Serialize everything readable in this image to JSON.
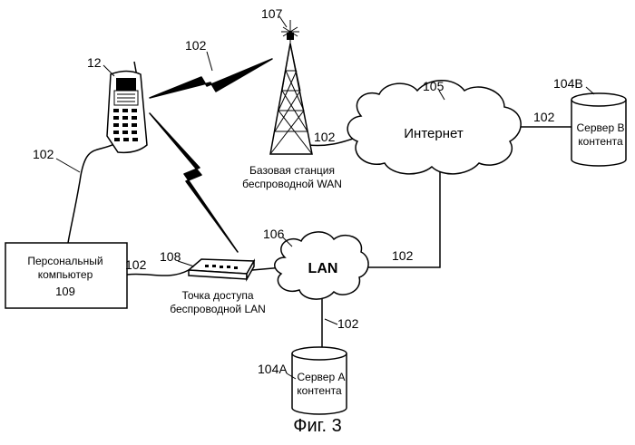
{
  "figure": {
    "caption": "Фиг. 3"
  },
  "nodes": {
    "phone": {
      "ref": "12"
    },
    "antenna": {
      "ref": "107"
    },
    "base_station": {
      "label_line1": "Базовая станция",
      "label_line2": "беспроводной WAN"
    },
    "internet": {
      "ref": "105",
      "label": "Интернет"
    },
    "server_b": {
      "ref": "104B",
      "label_line1": "Сервер В",
      "label_line2": "контента"
    },
    "pc": {
      "ref": "109",
      "label_line1": "Персональный",
      "label_line2": "компьютер"
    },
    "access_point": {
      "ref": "108",
      "label_line1": "Точка доступа",
      "label_line2": "беспроводной LAN"
    },
    "lan": {
      "ref": "106",
      "label": "LAN"
    },
    "server_a": {
      "ref": "104A",
      "label_line1": "Сервер А",
      "label_line2": "контента"
    }
  },
  "links": {
    "wireless_phone_tower": "102",
    "phone_pc": "102",
    "tower_internet": "102",
    "internet_serverb": "102",
    "pc_ap": "102",
    "lan_internet": "102",
    "lan_servera": "102"
  }
}
